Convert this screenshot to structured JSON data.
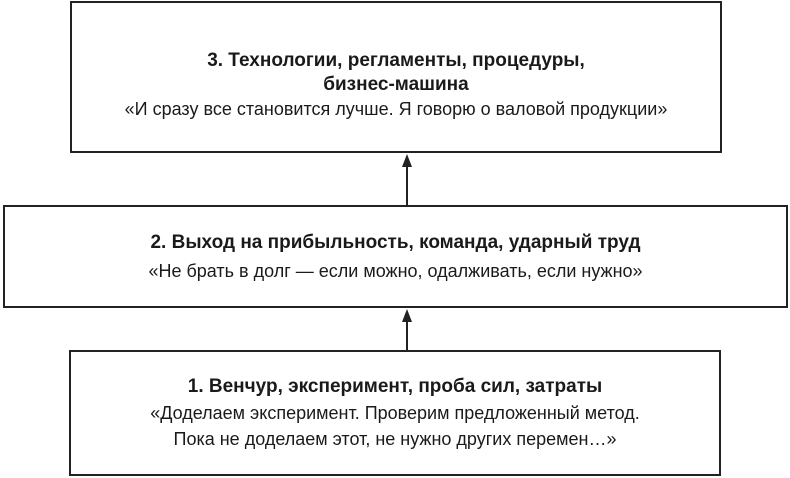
{
  "stages": [
    {
      "id": "stage-3",
      "title_lines": [
        "3. Технологии, регламенты, процедуры,",
        "бизнес-машина"
      ],
      "quote_lines": [
        "«И сразу все становится лучше. Я говорю о валовой продукции»"
      ]
    },
    {
      "id": "stage-2",
      "title_lines": [
        "2.  Выход на прибыльность, команда, ударный труд"
      ],
      "quote_lines": [
        "«Не брать в долг — если можно, одалживать, если нужно»"
      ]
    },
    {
      "id": "stage-1",
      "title_lines": [
        "1.  Венчур, эксперимент, проба сил, затраты"
      ],
      "quote_lines": [
        "«Доделаем эксперимент. Проверим предложенный метод.",
        "Пока не доделаем этот, не нужно других перемен…»"
      ]
    }
  ],
  "colors": {
    "border": "#222222",
    "text": "#1a1a1a",
    "arrow": "#222222"
  }
}
